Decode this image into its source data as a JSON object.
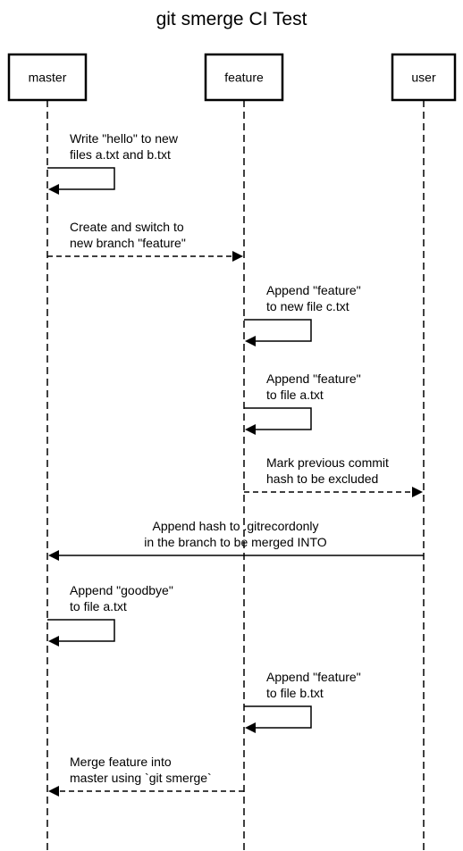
{
  "diagram": {
    "title": "git smerge CI Test",
    "actors": [
      {
        "id": "master",
        "label": "master"
      },
      {
        "id": "feature",
        "label": "feature"
      },
      {
        "id": "user",
        "label": "user"
      }
    ],
    "messages": [
      {
        "from": "master",
        "to": "master",
        "style": "solid",
        "lines": [
          "Write \"hello\" to new",
          "files a.txt and b.txt"
        ]
      },
      {
        "from": "master",
        "to": "feature",
        "style": "dashed",
        "lines": [
          "Create and switch to",
          "new branch \"feature\""
        ]
      },
      {
        "from": "feature",
        "to": "feature",
        "style": "solid",
        "lines": [
          "Append \"feature\"",
          "to new file c.txt"
        ]
      },
      {
        "from": "feature",
        "to": "feature",
        "style": "solid",
        "lines": [
          "Append \"feature\"",
          "to file a.txt"
        ]
      },
      {
        "from": "feature",
        "to": "user",
        "style": "dashed",
        "lines": [
          "Mark previous commit",
          "hash to be excluded"
        ]
      },
      {
        "from": "user",
        "to": "master",
        "style": "solid",
        "lines": [
          "Append hash to .gitrecordonly",
          "in the branch to be merged INTO"
        ]
      },
      {
        "from": "master",
        "to": "master",
        "style": "solid",
        "lines": [
          "Append \"goodbye\"",
          "to file a.txt"
        ]
      },
      {
        "from": "feature",
        "to": "feature",
        "style": "solid",
        "lines": [
          "Append \"feature\"",
          "to file b.txt"
        ]
      },
      {
        "from": "feature",
        "to": "master",
        "style": "dashed",
        "lines": [
          "Merge feature into",
          "master using `git smerge`"
        ]
      }
    ]
  }
}
